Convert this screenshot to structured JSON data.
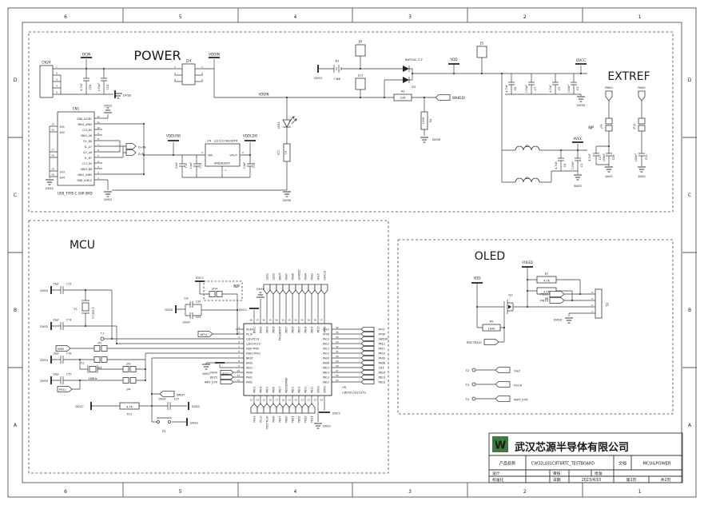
{
  "frame": {
    "cols": [
      "6",
      "5",
      "4",
      "3",
      "2",
      "1"
    ],
    "rows": [
      "D",
      "C",
      "B",
      "A"
    ]
  },
  "titles": {
    "power": "POWER",
    "extref": "EXTREF",
    "mcu": "MCU",
    "oled": "OLED"
  },
  "g": {
    "dvss": "DVSS",
    "avss": "AVSS",
    "dvcc": "DVCC",
    "avcc": "AVCC",
    "vdd": "VDD",
    "vddin": "VDDIN",
    "vddusb": "VDDUSB",
    "vddldo": "VDDLDO",
    "dcin": "DCIN",
    "voled": "VOLED",
    "np": "NP",
    "c100n": "100nF",
    "c47u": "4.7uF",
    "c15p": "15pF",
    "c10p": "10pF",
    "c10u": "10uF",
    "r47k": "4.7K",
    "r100k": "100K"
  },
  "power": {
    "cn24": "CN24",
    "cn24_pins": [
      "1",
      "2",
      "3",
      "4",
      "5"
    ],
    "j24": "J24",
    "j24_l": [
      "2",
      "4",
      "6"
    ],
    "j24_r": [
      "1",
      "3",
      "5"
    ],
    "c25": "C25",
    "c23": "C23",
    "c8": "C8",
    "c7": "C7",
    "c9": "C9",
    "c3": "C3",
    "c6": "C6",
    "c5": "C5",
    "b2": "B2",
    "b1": "B1",
    "cn6": "CN6",
    "j4": "J4",
    "j5": "J5",
    "j23": "J23",
    "d1p": "BAT54C-7-F",
    "d1": "D1",
    "r3": "R3",
    "r3v": "22K",
    "wakeio": "WAKEIO",
    "r4": "R4",
    "led3": "LED3",
    "r17": "R17",
    "r17v": "1K",
    "cn1": "CN1",
    "usb": "USB_TYPE-C-16P-SMD",
    "cn1_lnums": [
      "13",
      "14",
      "17",
      "18",
      "15",
      "16"
    ],
    "sh": [
      "SH1",
      "SH2",
      "SH3",
      "SH4"
    ],
    "cn1_rnums": [
      "12",
      "11",
      "10",
      "9",
      "8",
      "7",
      "6",
      "5",
      "4",
      "3",
      "2",
      "1"
    ],
    "cn1_right": [
      "GND_A12B1",
      "VBUS_A9B4",
      "CC2_B5",
      "SBU1_A8",
      "D+_B6",
      "D-_A7",
      "D+_A6",
      "D-_B7",
      "CC1_A5",
      "SBU2_B8",
      "VBUS_A4B9",
      "GND_A1B12"
    ],
    "dpin": "D+IN",
    "dnin": "D-IN",
    "u4": "U4",
    "u4p": "LD1117AS33TR",
    "vin": "VIN",
    "vout": "VOUT",
    "gnda": "GND/ADJUST",
    "p3": "3",
    "p2": "2",
    "p1": "1",
    "c10v": "20uF",
    "c10": "C10",
    "c13": "C13",
    "c14": "C14"
  },
  "extref": {
    "pb00": "PB00",
    "pa00": "PA00",
    "jp9": "JP9",
    "jp11": "JP11",
    "c27": "C27",
    "c28": "C28",
    "c12": "C12"
  },
  "mcu": {
    "c73": "C73",
    "c74": "C74",
    "y1": "Y1",
    "y1p": "VT-200-F",
    "t1": "T1",
    "hsei": "HSEI",
    "jp1": "JP1",
    "jp2": "JP2",
    "jp3": "JP3",
    "jp4": "JP4",
    "c76": "C76",
    "c75": "C75",
    "y2": "Y2",
    "y2v": "16MHz",
    "pf01": "PF01",
    "jp14": "JP14",
    "c20v": "1uF",
    "c20": "C20",
    "c21": "C21",
    "key1": "KEY1",
    "key2": "KEY2",
    "pa00": "PA00",
    "awt": "AWT_ETR",
    "nrst": "NRST",
    "r11": "R11",
    "c37": "C37",
    "s3": "S3",
    "u5": "U5",
    "u5p": "CW32L031CxTx",
    "lpins": [
      "VCAP",
      "PC13",
      "LSEI-PC14",
      "LSEO-PC15",
      "HSEI-PF00",
      "HSEO-PF01",
      "NRST",
      "AVSS",
      "AVCC",
      "PA00",
      "PA01",
      "PA02"
    ],
    "lnums": [
      "1",
      "2",
      "3",
      "4",
      "5",
      "6",
      "7",
      "8",
      "9",
      "10",
      "11",
      "12"
    ],
    "tpins": [
      "DVCC",
      "DVSS",
      "PB09",
      "PB08",
      "PF03/BOOT",
      "PB07",
      "PB06",
      "PB05",
      "PB04",
      "PB03",
      "PA15",
      "PA14"
    ],
    "tnums": [
      "48",
      "47",
      "46",
      "45",
      "44",
      "43",
      "42",
      "41",
      "40",
      "39",
      "38",
      "37"
    ],
    "rpins": [
      "PF07",
      "PF06",
      "PA13",
      "PA12",
      "PA11",
      "PA10",
      "PA09",
      "PA08",
      "PB15",
      "PB14",
      "PB13",
      "PB12"
    ],
    "rnums": [
      "36",
      "35",
      "34",
      "33",
      "32",
      "31",
      "30",
      "29",
      "28",
      "27",
      "26",
      "25"
    ],
    "bpins": [
      "PA03",
      "PA04",
      "PA05",
      "PA06",
      "PA07",
      "PB00/EXREF",
      "PB01",
      "PB02",
      "PB10",
      "PB11",
      "DVSS",
      "DVCC"
    ],
    "bnums": [
      "13",
      "14",
      "15",
      "16",
      "17",
      "18",
      "19",
      "20",
      "21",
      "22",
      "23",
      "24"
    ],
    "tflags": [
      "LED1",
      "LED2",
      "BOOT",
      "PB07",
      "PB06",
      "WAKEIO",
      "PB04",
      "PB03",
      "PA15",
      "SWCLK"
    ],
    "rflags": [
      "PF07",
      "PF06",
      "SWDIO",
      "PA12",
      "PA11",
      "PA10",
      "PA09",
      "PA08",
      "1HZ",
      "PB14",
      "PB13",
      "PB12"
    ],
    "bflags": [
      "PA03",
      "HCLK",
      "PDCTRLIO",
      "PA06",
      "PA07",
      "PB00",
      "PB01",
      "PB02",
      "PB10",
      "PB11"
    ]
  },
  "oled": {
    "q1": "Q1",
    "r7": "R7",
    "r6": "R6",
    "r5": "R5",
    "pb11": "PB11",
    "pb10": "PB10",
    "j2": "J2",
    "j2_pins": [
      "4",
      "3",
      "2",
      "1"
    ],
    "pdctrlio": "PDCTRLIO",
    "t2": "T2",
    "t3": "T3",
    "t4": "T4",
    "hz": "1HZ",
    "hclk": "HCLK",
    "awt": "AWT_ETR"
  },
  "tb": {
    "company": "武汉芯源半导体有限公司",
    "logo": "W",
    "product_label": "产品名称",
    "product": "CW32L031C8T6RTC_TESTBOARD",
    "doc_label": "文档",
    "doc": "MCU&POWER",
    "design": "设计",
    "review": "审核",
    "approve": "批准",
    "std": "标准化",
    "date_label": "日期",
    "date": "2023/4/10",
    "page": "第1页",
    "pages": "共2页"
  }
}
